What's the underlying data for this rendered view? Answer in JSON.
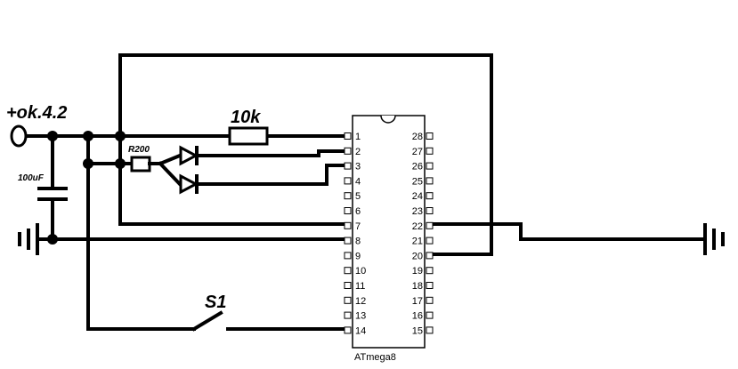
{
  "labels": {
    "supply": "+ok.4.2",
    "resistor_10k": "10k",
    "resistor_r200": "R200",
    "capacitor": "100uF",
    "switch": "S1",
    "chip": "ATmega8"
  },
  "chip": {
    "left_pins": [
      "1",
      "2",
      "3",
      "4",
      "5",
      "6",
      "7",
      "8",
      "9",
      "10",
      "11",
      "12",
      "13",
      "14"
    ],
    "right_pins": [
      "28",
      "27",
      "26",
      "25",
      "24",
      "23",
      "22",
      "21",
      "20",
      "19",
      "18",
      "17",
      "16",
      "15"
    ]
  },
  "colors": {
    "ink": "#000000",
    "background": "#ffffff"
  }
}
